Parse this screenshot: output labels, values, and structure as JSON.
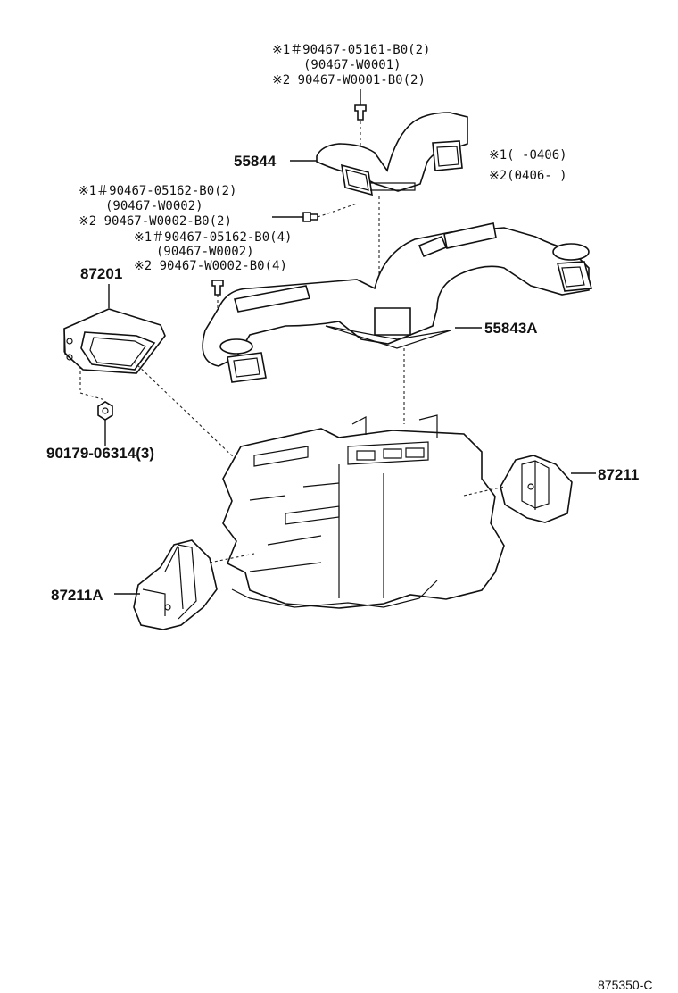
{
  "notes": {
    "top_block": [
      "※1＃90467-05161-B0(2)",
      "(90467-W0001)",
      "※2  90467-W0001-B0(2)"
    ],
    "legend": [
      "※1(     -0406)",
      "※2(0406-      )"
    ],
    "mid_block": [
      "※1＃90467-05162-B0(2)",
      "(90467-W0002)",
      "※2  90467-W0002-B0(2)"
    ],
    "mid_block2": [
      "※1＃90467-05162-B0(4)",
      "(90467-W0002)",
      "※2  90467-W0002-B0(4)"
    ]
  },
  "parts": {
    "p55844": "55844",
    "p87201": "87201",
    "p55843A": "55843A",
    "p90179": "90179-06314(3)",
    "p87211": "87211",
    "p87211A": "87211A"
  },
  "figure_id": "875350-C"
}
